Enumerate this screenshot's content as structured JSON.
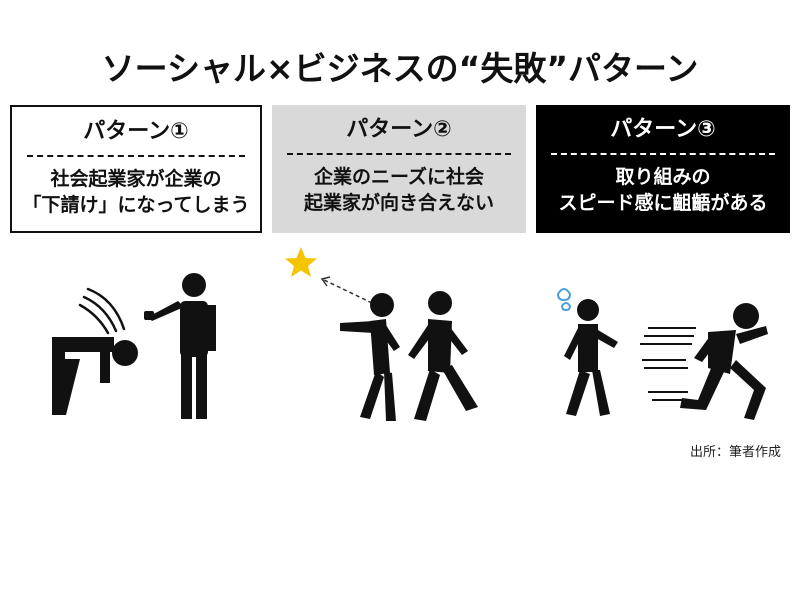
{
  "title": "ソーシャル×ビジネスの“失敗”パターン",
  "patterns": [
    {
      "heading": "パターン①",
      "lines": [
        "社会起業家が企業の",
        "「下請け」になってしまう"
      ]
    },
    {
      "heading": "パターン②",
      "lines": [
        "企業のニーズに社会",
        "起業家が向き合えない"
      ]
    },
    {
      "heading": "パターン③",
      "lines": [
        "取り組みの",
        "スピード感に齟齬がある"
      ]
    }
  ],
  "source": "出所：筆者作成",
  "colors": {
    "box1_bg": "#ffffff",
    "box2_bg": "#d9d9d9",
    "box3_bg": "#000000",
    "star": "#f5c400",
    "sweat": "#4a9fd8"
  },
  "icons": {
    "pattern1": [
      "bowing-person-icon",
      "pointing-person-icon"
    ],
    "pattern2": [
      "star-icon",
      "reaching-person-icon",
      "walking-away-person-icon"
    ],
    "pattern3": [
      "sweat-drop-icon",
      "walking-person-icon",
      "running-person-icon"
    ]
  }
}
